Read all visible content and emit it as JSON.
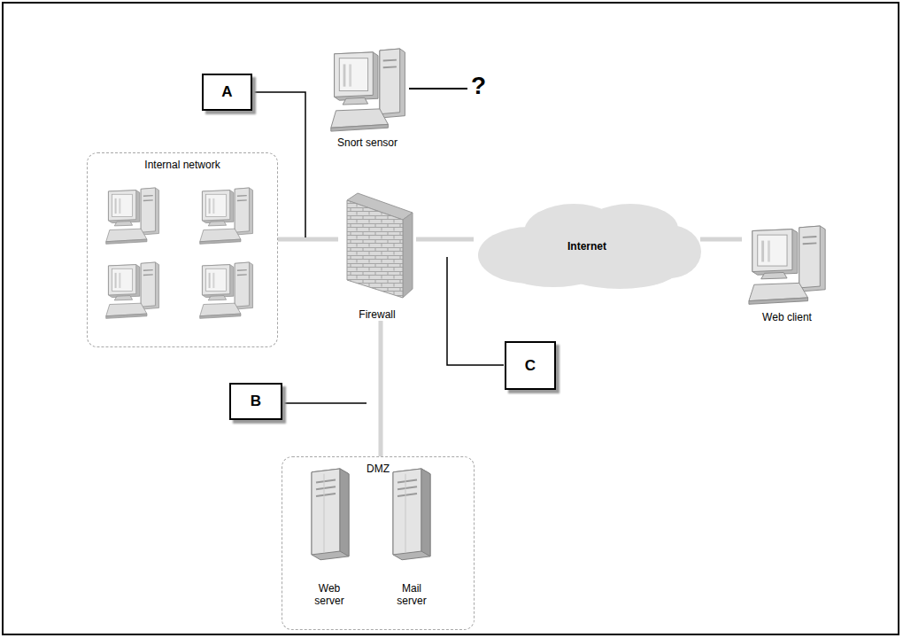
{
  "diagram": {
    "nodes": [
      {
        "text": [
          "A"
        ]
      },
      {
        "text": [
          "Snort sensor"
        ]
      },
      {
        "text": [
          "Internal network"
        ]
      },
      {
        "text": [
          "Firewall"
        ]
      },
      {
        "text": [
          "Internet"
        ]
      },
      {
        "text": [
          "Web client"
        ]
      },
      {
        "text": [
          "C"
        ]
      },
      {
        "text": [
          "B"
        ]
      },
      {
        "text": [
          "DMZ"
        ]
      },
      {
        "text": [
          "Web server"
        ],
        "in": 8
      },
      {
        "text": [
          "Mail server"
        ],
        "in": 8
      }
    ],
    "edges": [
      {
        "from": 2,
        "to": 3,
        "arrow": "none"
      },
      {
        "from": 3,
        "to": 4,
        "arrow": "none"
      },
      {
        "from": 4,
        "to": 5,
        "arrow": "none"
      },
      {
        "from": 3,
        "to": 8,
        "arrow": "none"
      }
    ],
    "labels": [
      "?"
    ]
  }
}
